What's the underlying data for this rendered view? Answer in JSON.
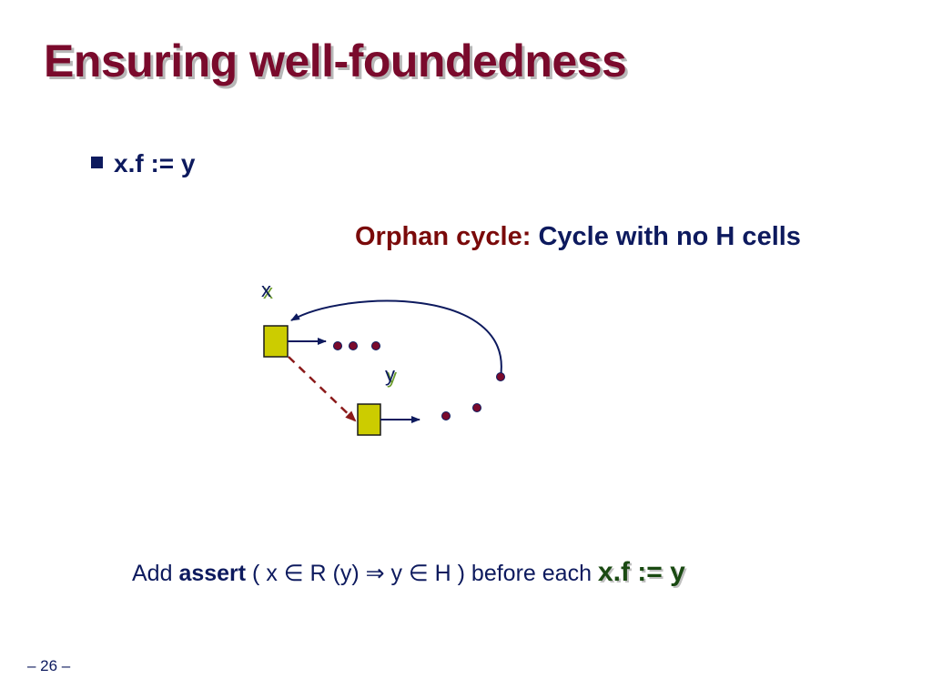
{
  "slide": {
    "title": "Ensuring well-foundedness",
    "bullet": "x.f  := y",
    "orphan_label": "Orphan cycle:",
    "orphan_def": " Cycle with no H cells",
    "assert": {
      "prefix": "Add ",
      "keyword": "assert",
      "condition": " ( x ∈  R (y)  ⇒  y ∈  H )  before each ",
      "code": "x.f  := y"
    },
    "page_number": "– 26 –"
  },
  "diagram": {
    "label_x": "x",
    "label_y": "y",
    "colors": {
      "cell_fill": "#cccc00",
      "arrow": "#0d1a5e",
      "dashed_arrow": "#8b1a1a",
      "dot": "#7a0a2c",
      "label_text": "#0d1a5e",
      "label_shadow": "#6a9a2a"
    }
  }
}
